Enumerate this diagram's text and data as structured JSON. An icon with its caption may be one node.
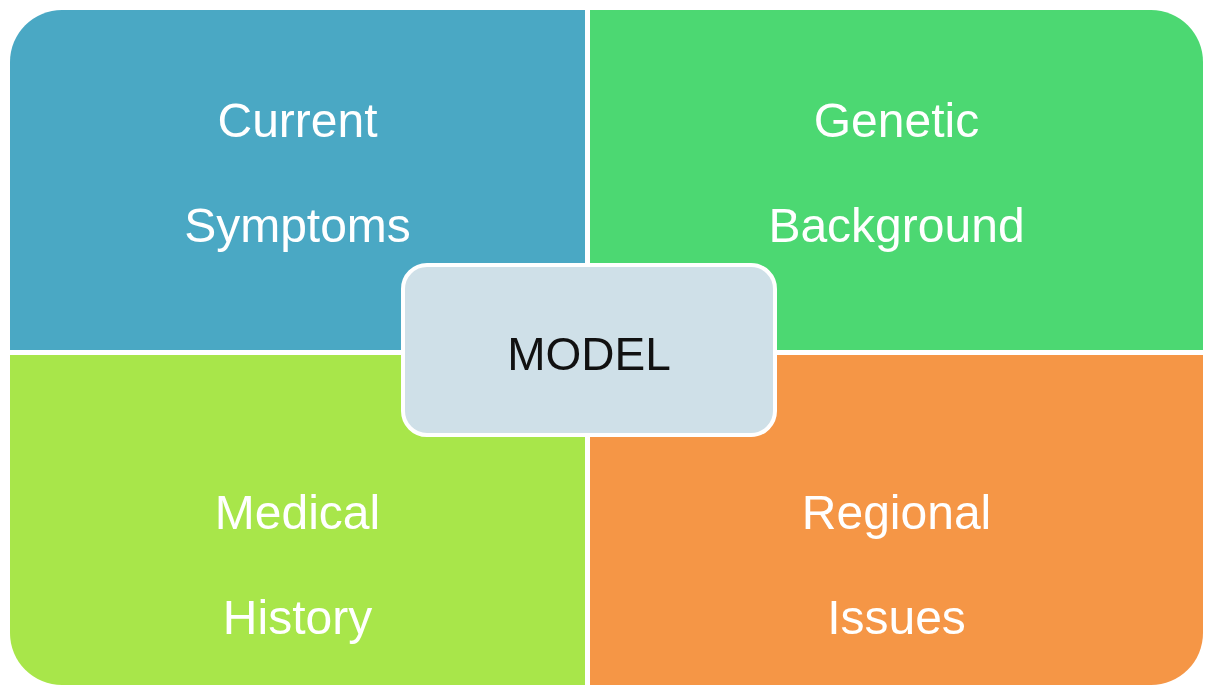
{
  "diagram": {
    "nodes": [
      {
        "text": [
          "Current Symptoms"
        ]
      },
      {
        "text": [
          "Genetic Background"
        ]
      },
      {
        "text": [
          "Medical History"
        ]
      },
      {
        "text": [
          "Regional Issues"
        ]
      },
      {
        "text": [
          "MODEL"
        ]
      }
    ]
  }
}
